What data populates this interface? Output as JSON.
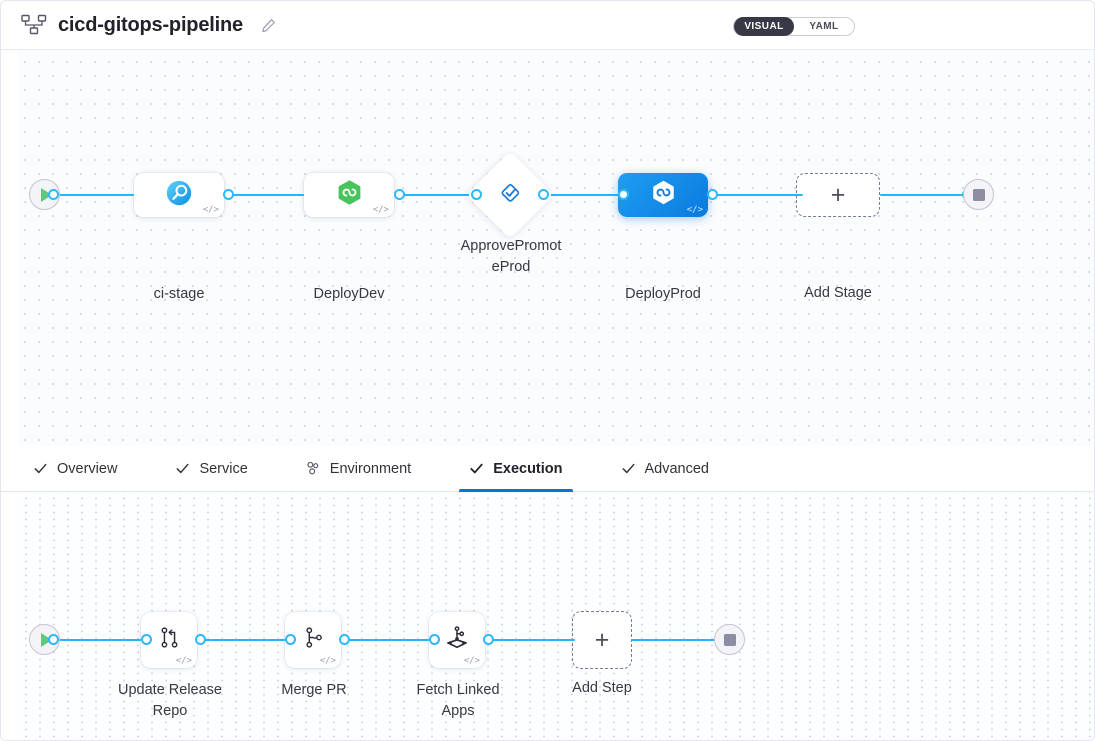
{
  "header": {
    "pipeline_icon": "pipeline-hierarchy-icon",
    "title": "cicd-gitops-pipeline",
    "edit_icon": "pencil-edit-icon",
    "toggle": {
      "visual": "VISUAL",
      "yaml": "YAML",
      "selected": "VISUAL"
    }
  },
  "accent": {
    "edge": "#28b6f6",
    "selected_node": "#0a7ae0",
    "tab_underline": "#0278d5",
    "play": "#60c77f",
    "stop": "#8e8ea3"
  },
  "stage_graph": {
    "start_icon": "play-start-icon",
    "end_icon": "stop-end-icon",
    "nodes": [
      {
        "id": "ci-stage",
        "label": "ci-stage",
        "icon": "ci-build-magnifier-icon",
        "type": "card",
        "selected": false,
        "code_badge": "</>"
      },
      {
        "id": "deploy-dev",
        "label": "DeployDev",
        "icon": "cd-hexagon-green-icon",
        "type": "card",
        "selected": false,
        "code_badge": "</>"
      },
      {
        "id": "approve-promote-prod",
        "label": "ApprovePromotePro",
        "label_line1": "ApprovePromot",
        "label_line2": "eProd",
        "icon": "approval-diamond-icon",
        "type": "diamond",
        "selected": false,
        "code_badge": ""
      },
      {
        "id": "deploy-prod",
        "label": "DeployProd",
        "icon": "cd-hexagon-white-icon",
        "type": "card",
        "selected": true,
        "code_badge": "</>"
      }
    ],
    "add_stage": {
      "label": "Add Stage",
      "icon": "plus-icon"
    }
  },
  "tabs": [
    {
      "id": "overview",
      "label": "Overview",
      "icon": "check-icon",
      "active": false
    },
    {
      "id": "service",
      "label": "Service",
      "icon": "check-icon",
      "active": false
    },
    {
      "id": "environment",
      "label": "Environment",
      "icon": "infrastructure-icon",
      "active": false
    },
    {
      "id": "execution",
      "label": "Execution",
      "icon": "check-icon",
      "active": true
    },
    {
      "id": "advanced",
      "label": "Advanced",
      "icon": "check-icon",
      "active": false
    }
  ],
  "step_graph": {
    "start_icon": "play-start-icon",
    "end_icon": "stop-end-icon",
    "nodes": [
      {
        "id": "update-release-repo",
        "label": "Update Release Repo",
        "label_line1": "Update Release",
        "label_line2": "Repo",
        "icon": "git-merge-icon",
        "code_badge": "</>"
      },
      {
        "id": "merge-pr",
        "label": "Merge PR",
        "label_line1": "Merge PR",
        "label_line2": "",
        "icon": "git-branch-icon",
        "code_badge": "</>"
      },
      {
        "id": "fetch-linked-apps",
        "label": "Fetch Linked Apps",
        "label_line1": "Fetch Linked",
        "label_line2": "Apps",
        "icon": "harness-gitops-icon",
        "code_badge": "</>"
      }
    ],
    "add_step": {
      "label": "Add Step",
      "icon": "plus-icon"
    }
  }
}
